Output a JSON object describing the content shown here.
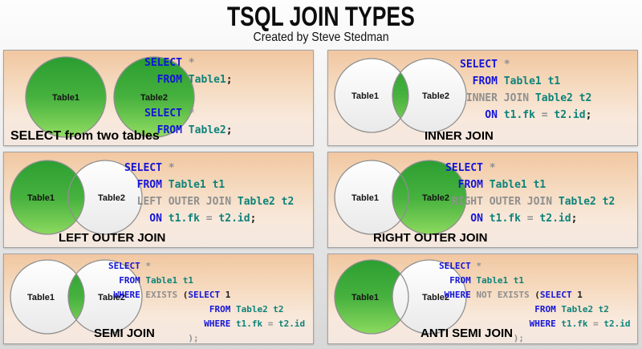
{
  "header": {
    "title": "TSQL JOIN TYPES",
    "subtitle": "Created by Steve Stedman"
  },
  "colors": {
    "keyword": "#1414d9",
    "identifier": "#0e837a",
    "muted": "#8f8f8f",
    "plain": "#1d1d1d",
    "green_top": "#2b9e31",
    "green_mid": "#46b13e",
    "green_bottom": "#8fdb60",
    "circle_stroke": "#8f8f8f",
    "panel_top": "#f1c7a1",
    "panel_bottom": "#f4e7df"
  },
  "panels": [
    {
      "caption": "SELECT from two tables",
      "venn": {
        "layout": "separate",
        "left_fill": "green",
        "right_fill": "green",
        "lens_fill": "none",
        "left_label": "Table1",
        "right_label": "Table2"
      },
      "code": [
        [
          [
            "k",
            "SELECT"
          ],
          [
            "o",
            " *"
          ]
        ],
        [
          [
            "k",
            "  FROM"
          ],
          [
            "i",
            " Table1"
          ],
          [
            "p",
            ";"
          ]
        ],
        [],
        [
          [
            "k",
            "SELECT"
          ],
          [
            "o",
            " *"
          ]
        ],
        [
          [
            "k",
            "  FROM"
          ],
          [
            "i",
            " Table2"
          ],
          [
            "p",
            ";"
          ]
        ]
      ]
    },
    {
      "caption": "INNER JOIN",
      "venn": {
        "layout": "overlap",
        "left_fill": "white",
        "right_fill": "white",
        "lens_fill": "green",
        "left_label": "Table1",
        "right_label": "Table2"
      },
      "code": [
        [
          [
            "k",
            "SELECT"
          ],
          [
            "o",
            " *"
          ]
        ],
        [
          [
            "k",
            "  FROM"
          ],
          [
            "i",
            " Table1 t1"
          ]
        ],
        [
          [
            "o",
            " INNER JOIN"
          ],
          [
            "i",
            " Table2 t2"
          ]
        ],
        [
          [
            "k",
            "    ON"
          ],
          [
            "i",
            " t1.fk"
          ],
          [
            "o",
            " ="
          ],
          [
            "i",
            " t2.id"
          ],
          [
            "p",
            ";"
          ]
        ]
      ]
    },
    {
      "caption": "LEFT OUTER JOIN",
      "venn": {
        "layout": "overlap",
        "left_fill": "green",
        "right_fill": "white",
        "lens_fill": "green",
        "left_label": "Table1",
        "right_label": "Table2"
      },
      "code": [
        [
          [
            "k",
            "SELECT"
          ],
          [
            "o",
            " *"
          ]
        ],
        [
          [
            "k",
            "  FROM"
          ],
          [
            "i",
            " Table1 t1"
          ]
        ],
        [
          [
            "o",
            "  LEFT OUTER JOIN"
          ],
          [
            "i",
            " Table2 t2"
          ]
        ],
        [
          [
            "k",
            "    ON"
          ],
          [
            "i",
            " t1.fk"
          ],
          [
            "o",
            " ="
          ],
          [
            "i",
            " t2.id"
          ],
          [
            "p",
            ";"
          ]
        ]
      ]
    },
    {
      "caption": "RIGHT OUTER JOIN",
      "venn": {
        "layout": "overlap",
        "left_fill": "white",
        "right_fill": "green",
        "lens_fill": "green",
        "left_label": "Table1",
        "right_label": "Table2"
      },
      "code": [
        [
          [
            "k",
            "SELECT"
          ],
          [
            "o",
            " *"
          ]
        ],
        [
          [
            "k",
            "  FROM"
          ],
          [
            "i",
            " Table1 t1"
          ]
        ],
        [
          [
            "o",
            " RIGHT OUTER JOIN"
          ],
          [
            "i",
            " Table2 t2"
          ]
        ],
        [
          [
            "k",
            "    ON"
          ],
          [
            "i",
            " t1.fk"
          ],
          [
            "o",
            " ="
          ],
          [
            "i",
            " t2.id"
          ],
          [
            "p",
            ";"
          ]
        ]
      ]
    },
    {
      "caption": "SEMI JOIN",
      "venn": {
        "layout": "overlap",
        "left_fill": "white",
        "right_fill": "white",
        "lens_fill": "green",
        "left_label": "Table1",
        "right_label": "Table2"
      },
      "code": [
        [
          [
            "k",
            "SELECT"
          ],
          [
            "o",
            " *"
          ]
        ],
        [
          [
            "k",
            "  FROM"
          ],
          [
            "i",
            " Table1 t1"
          ]
        ],
        [
          [
            "k",
            " WHERE"
          ],
          [
            "o",
            " EXISTS"
          ],
          [
            "p",
            " ("
          ],
          [
            "k",
            "SELECT"
          ],
          [
            "p",
            " 1"
          ]
        ],
        [
          [
            "k",
            "                   FROM"
          ],
          [
            "i",
            " Table2 t2"
          ]
        ],
        [
          [
            "k",
            "                  WHERE"
          ],
          [
            "i",
            " t1.fk"
          ],
          [
            "o",
            " ="
          ],
          [
            "i",
            " t2.id"
          ]
        ],
        [
          [
            "o",
            "               );"
          ]
        ]
      ]
    },
    {
      "caption": "ANTI SEMI JOIN",
      "venn": {
        "layout": "overlap",
        "left_fill": "green",
        "right_fill": "white",
        "lens_fill": "white",
        "left_label": "Table1",
        "right_label": "Table2"
      },
      "code": [
        [
          [
            "k",
            "SELECT"
          ],
          [
            "o",
            " *"
          ]
        ],
        [
          [
            "k",
            "  FROM"
          ],
          [
            "i",
            " Table1 t1"
          ]
        ],
        [
          [
            "k",
            " WHERE"
          ],
          [
            "o",
            " NOT EXISTS"
          ],
          [
            "p",
            " ("
          ],
          [
            "k",
            "SELECT"
          ],
          [
            "p",
            " 1"
          ]
        ],
        [
          [
            "k",
            "                  FROM"
          ],
          [
            "i",
            " Table2 t2"
          ]
        ],
        [
          [
            "k",
            "                 WHERE"
          ],
          [
            "i",
            " t1.fk"
          ],
          [
            "o",
            " ="
          ],
          [
            "i",
            " t2.id"
          ]
        ],
        [
          [
            "o",
            "              );"
          ]
        ]
      ]
    }
  ]
}
